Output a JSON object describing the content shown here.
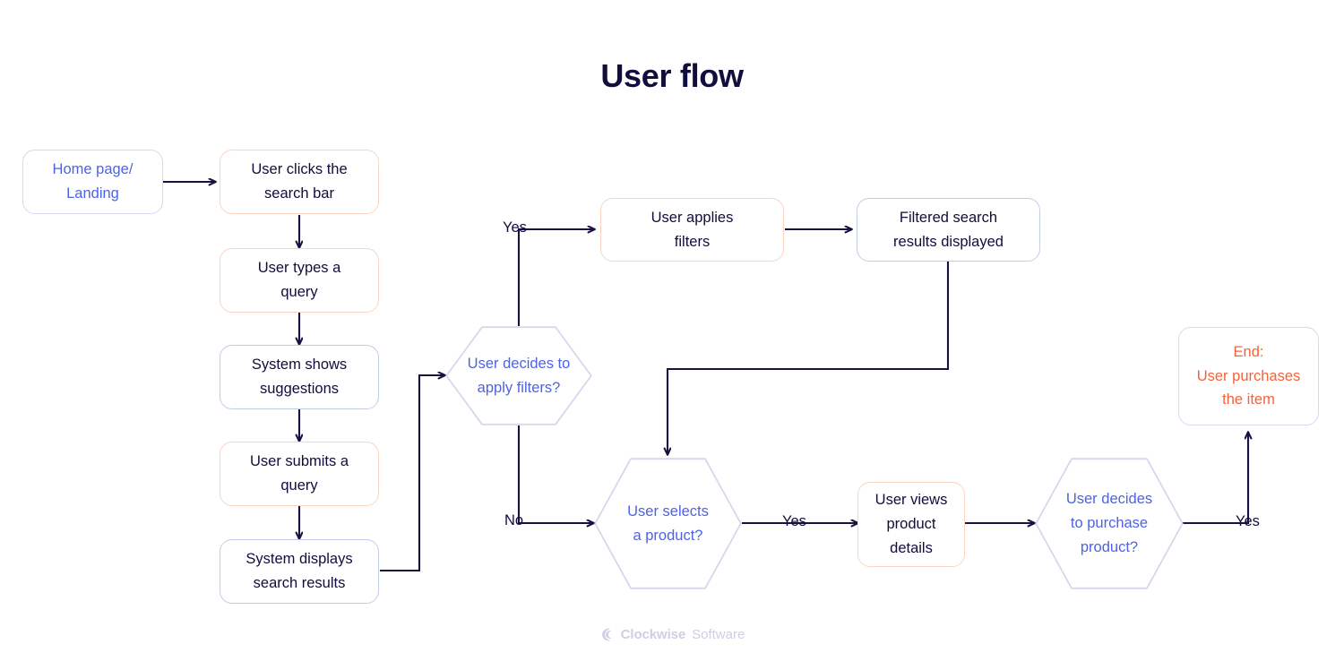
{
  "page": {
    "title": "User flow",
    "background": "#ffffff"
  },
  "colors": {
    "title_text": "#110d3c",
    "line": "#161342",
    "blue_border": "#c3cdeb",
    "peach_border": "#fbd5c2",
    "hex_border": "#d5d8ec",
    "blue_text": "#4d63e4",
    "orange_text": "#f4623a",
    "body_text": "#110d3c",
    "footer_text": "#cdcfe2"
  },
  "nodes": {
    "home": "Home page/\nLanding",
    "clicks_search": "User clicks the\nsearch bar",
    "types_query": "User types a\nquery",
    "shows_suggestions": "System shows\nsuggestions",
    "submits_query": "User submits a\nquery",
    "displays_results": "System displays\nsearch results",
    "applies_filters": "User applies\nfilters",
    "filtered_results": "Filtered search\nresults displayed",
    "views_details": "User views\nproduct\ndetails",
    "end": "End:\nUser purchases\nthe item"
  },
  "decisions": {
    "apply_filters": "User decides to\napply filters?",
    "select_product": "User selects\na product?",
    "purchase_product": "User decides\nto purchase\nproduct?"
  },
  "edge_labels": {
    "filters_yes": "Yes",
    "filters_no": "No",
    "select_yes": "Yes",
    "purchase_yes": "Yes"
  },
  "footer": {
    "icon": "clockwise-crescent-icon",
    "brand": "Clockwise",
    "suffix": "Software"
  }
}
